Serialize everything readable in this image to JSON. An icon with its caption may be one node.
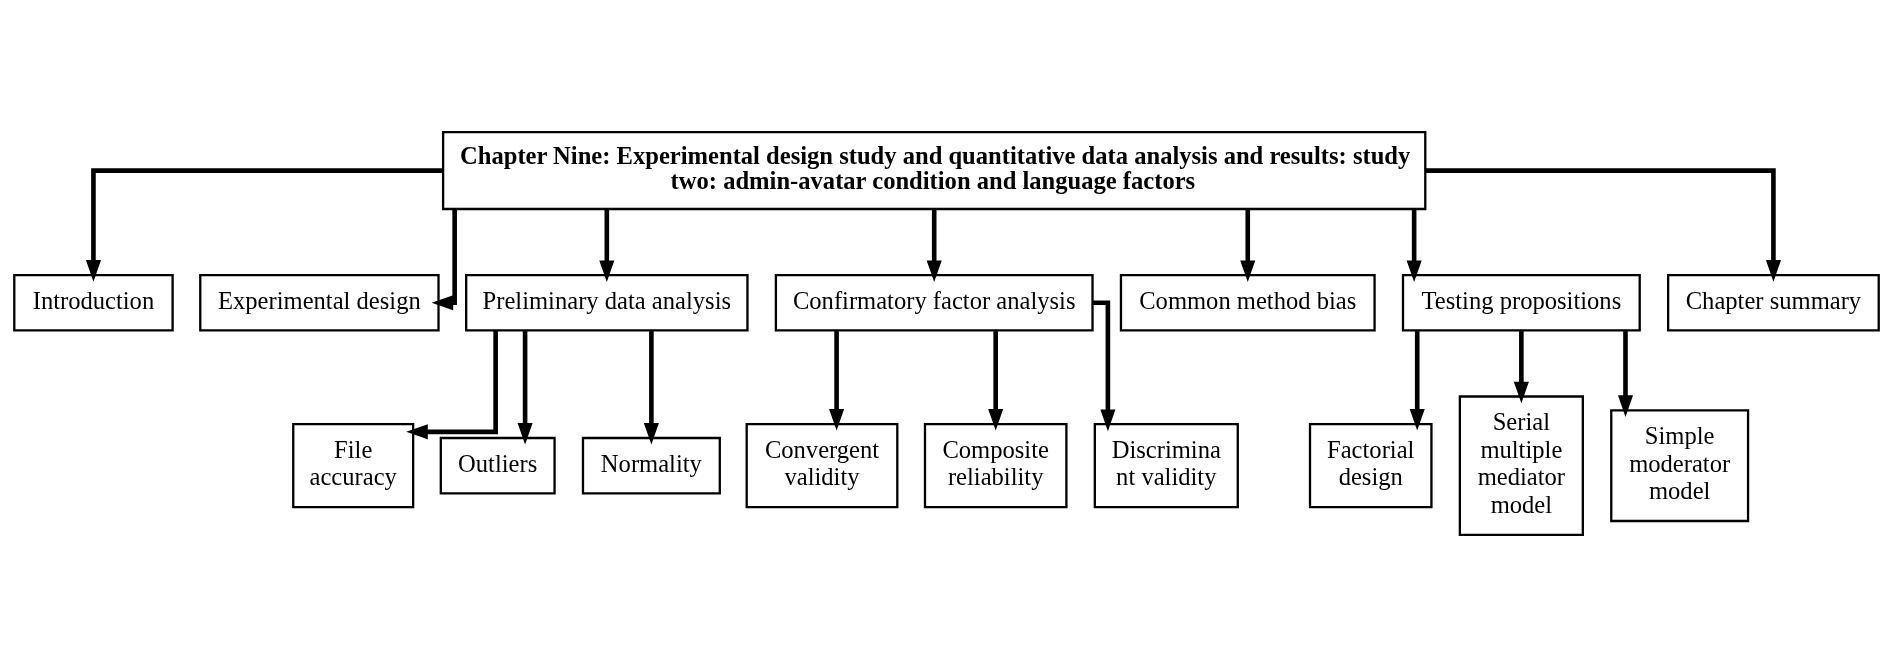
{
  "diagram": {
    "nodes": [
      {
        "text": [
          "Chapter Nine: Experimental design study and quantitative data analysis and results: study two: admin-avatar condition and language factors"
        ]
      },
      {
        "text": [
          "Introduction"
        ]
      },
      {
        "text": [
          "Experimental design"
        ]
      },
      {
        "text": [
          "Preliminary data analysis"
        ]
      },
      {
        "text": [
          "Confirmatory factor analysis"
        ]
      },
      {
        "text": [
          "Common method bias"
        ]
      },
      {
        "text": [
          "Testing propositions"
        ]
      },
      {
        "text": [
          "Chapter summary"
        ]
      },
      {
        "text": [
          "File accuracy"
        ]
      },
      {
        "text": [
          "Outliers"
        ]
      },
      {
        "text": [
          "Normality"
        ]
      },
      {
        "text": [
          "Convergent validity"
        ]
      },
      {
        "text": [
          "Composite reliability"
        ]
      },
      {
        "text": [
          "Discrimina nt validity"
        ]
      },
      {
        "text": [
          "Factorial design"
        ]
      },
      {
        "text": [
          "Serial multiple mediator model"
        ]
      },
      {
        "text": [
          "Simple moderator model"
        ]
      }
    ],
    "edges": [
      {
        "from": 0,
        "to": 1,
        "arrow": "to"
      },
      {
        "from": 0,
        "to": 2,
        "arrow": "to"
      },
      {
        "from": 0,
        "to": 3,
        "arrow": "to"
      },
      {
        "from": 0,
        "to": 4,
        "arrow": "to"
      },
      {
        "from": 0,
        "to": 5,
        "arrow": "to"
      },
      {
        "from": 0,
        "to": 6,
        "arrow": "to"
      },
      {
        "from": 0,
        "to": 7,
        "arrow": "to"
      },
      {
        "from": 3,
        "to": 8,
        "arrow": "to"
      },
      {
        "from": 3,
        "to": 9,
        "arrow": "to"
      },
      {
        "from": 3,
        "to": 10,
        "arrow": "to"
      },
      {
        "from": 4,
        "to": 11,
        "arrow": "to"
      },
      {
        "from": 4,
        "to": 12,
        "arrow": "to"
      },
      {
        "from": 4,
        "to": 13,
        "arrow": "to"
      },
      {
        "from": 6,
        "to": 14,
        "arrow": "to"
      },
      {
        "from": 6,
        "to": 15,
        "arrow": "to"
      },
      {
        "from": 6,
        "to": 16,
        "arrow": "to"
      }
    ]
  }
}
